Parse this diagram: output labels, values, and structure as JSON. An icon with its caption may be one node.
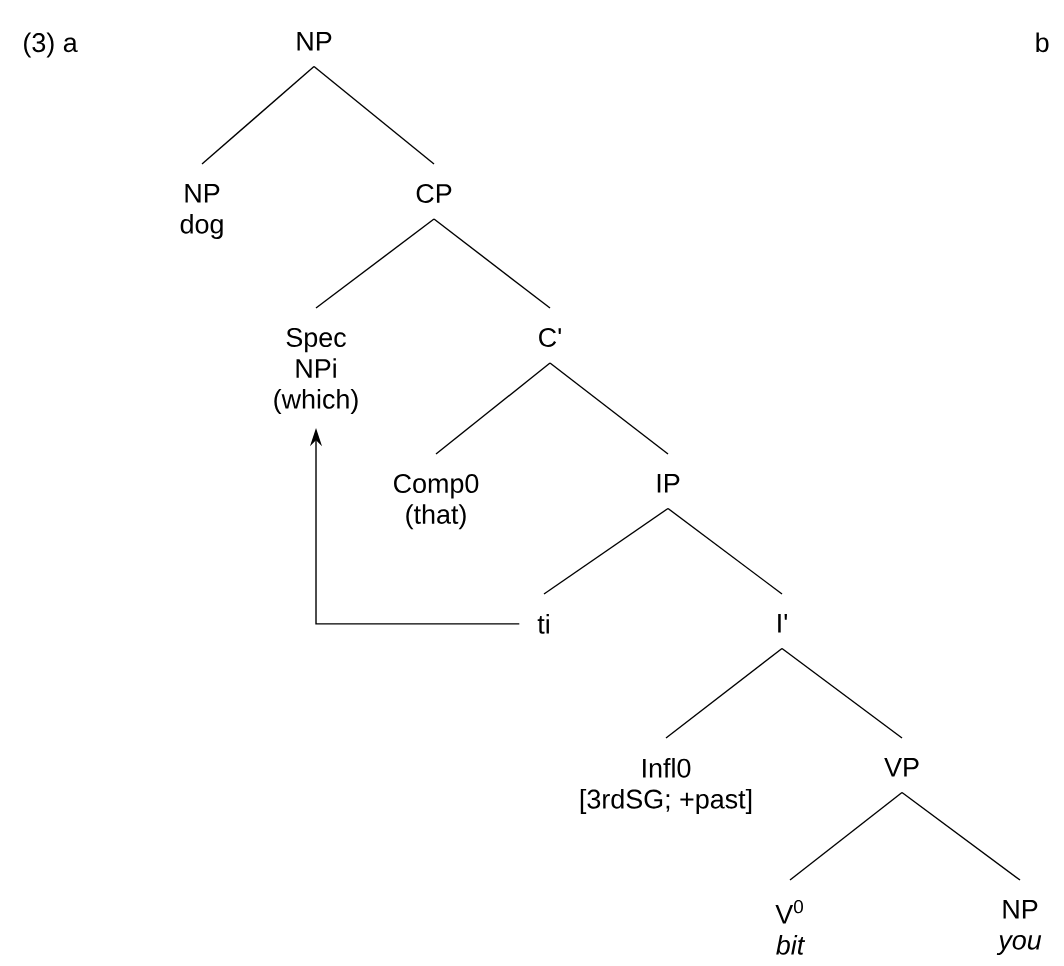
{
  "diagram": {
    "nodes": [
      {
        "text": [
          "NP"
        ]
      },
      {
        "text": [
          "NP",
          "dog"
        ]
      },
      {
        "text": [
          "CP"
        ]
      },
      {
        "text": [
          "Spec",
          "NPi",
          "(which)"
        ]
      },
      {
        "text": [
          "C'"
        ]
      },
      {
        "text": [
          "Comp0",
          "(that)"
        ]
      },
      {
        "text": [
          "IP"
        ]
      },
      {
        "text": [
          "ti"
        ]
      },
      {
        "text": [
          "I'"
        ]
      },
      {
        "text": [
          "Infl0",
          "[3rdSG; +past]"
        ]
      },
      {
        "text": [
          "VP"
        ]
      },
      {
        "text": [
          "V$^{0}$",
          "bit"
        ]
      },
      {
        "text": [
          "NP",
          "you"
        ]
      }
    ],
    "edges": [
      {
        "from": 0,
        "to": 1,
        "arrow": "none"
      },
      {
        "from": 0,
        "to": 2,
        "arrow": "none"
      },
      {
        "from": 2,
        "to": 3,
        "arrow": "none"
      },
      {
        "from": 2,
        "to": 4,
        "arrow": "none"
      },
      {
        "from": 4,
        "to": 5,
        "arrow": "none"
      },
      {
        "from": 4,
        "to": 6,
        "arrow": "none"
      },
      {
        "from": 6,
        "to": 7,
        "arrow": "none"
      },
      {
        "from": 6,
        "to": 8,
        "arrow": "none"
      },
      {
        "from": 8,
        "to": 9,
        "arrow": "none"
      },
      {
        "from": 8,
        "to": 10,
        "arrow": "none"
      },
      {
        "from": 10,
        "to": 11,
        "arrow": "none"
      },
      {
        "from": 10,
        "to": 12,
        "arrow": "none"
      },
      {
        "from": 7,
        "to": 3,
        "arrow": "to"
      }
    ],
    "labels": [
      "(3) a",
      "b"
    ]
  }
}
